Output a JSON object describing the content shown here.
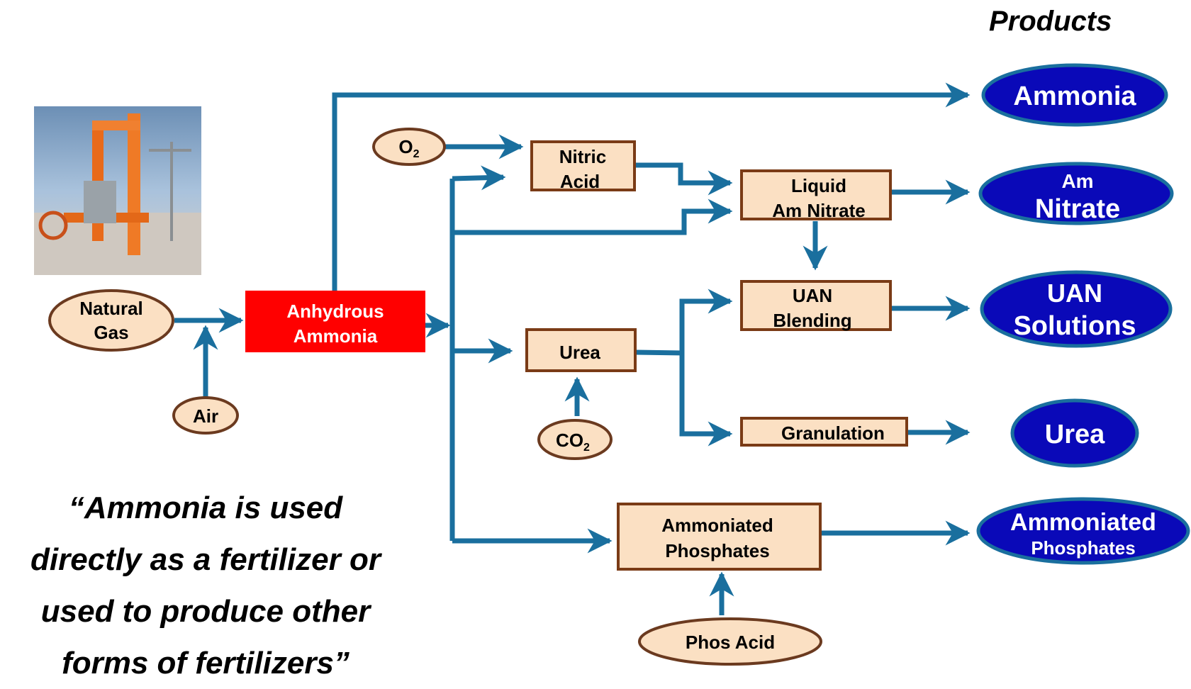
{
  "header": {
    "products_title": "Products"
  },
  "inputs": {
    "natural_gas": [
      "Natural",
      "Gas"
    ],
    "air": "Air",
    "o2": {
      "base": "O",
      "sub": "2"
    },
    "co2": {
      "base": "CO",
      "sub": "2"
    },
    "phos_acid": "Phos Acid"
  },
  "process": {
    "anhydrous_ammonia": [
      "Anhydrous",
      "Ammonia"
    ],
    "nitric_acid": [
      "Nitric",
      "Acid"
    ],
    "liquid_am_nitrate": [
      "Liquid",
      "Am Nitrate"
    ],
    "uan_blending": [
      "UAN",
      "Blending"
    ],
    "urea": "Urea",
    "granulation": "Granulation",
    "ammoniated_phosphates": [
      "Ammoniated",
      "Phosphates"
    ]
  },
  "products": {
    "ammonia": "Ammonia",
    "am_nitrate": [
      "Am",
      "Nitrate"
    ],
    "uan_solutions": [
      "UAN",
      "Solutions"
    ],
    "urea": "Urea",
    "ammoniated_phosphates": [
      "Ammoniated",
      "Phosphates"
    ]
  },
  "quote": {
    "lines": [
      "“Ammonia is used",
      "directly as a fertilizer or",
      "used to produce other",
      "forms of fertilizers”"
    ]
  },
  "colors": {
    "arrow": "#1a6f9e",
    "input_fill": "#fbe0c3",
    "input_stroke": "#6b3a1f",
    "box_fill": "#fbe0c3",
    "box_stroke": "#7a3b16",
    "ammonia_box": "#ff0000",
    "product_fill": "#0a09b8",
    "product_stroke": "#1a6f9e"
  },
  "icons": {
    "photo": "gas-plant-photo-icon"
  }
}
